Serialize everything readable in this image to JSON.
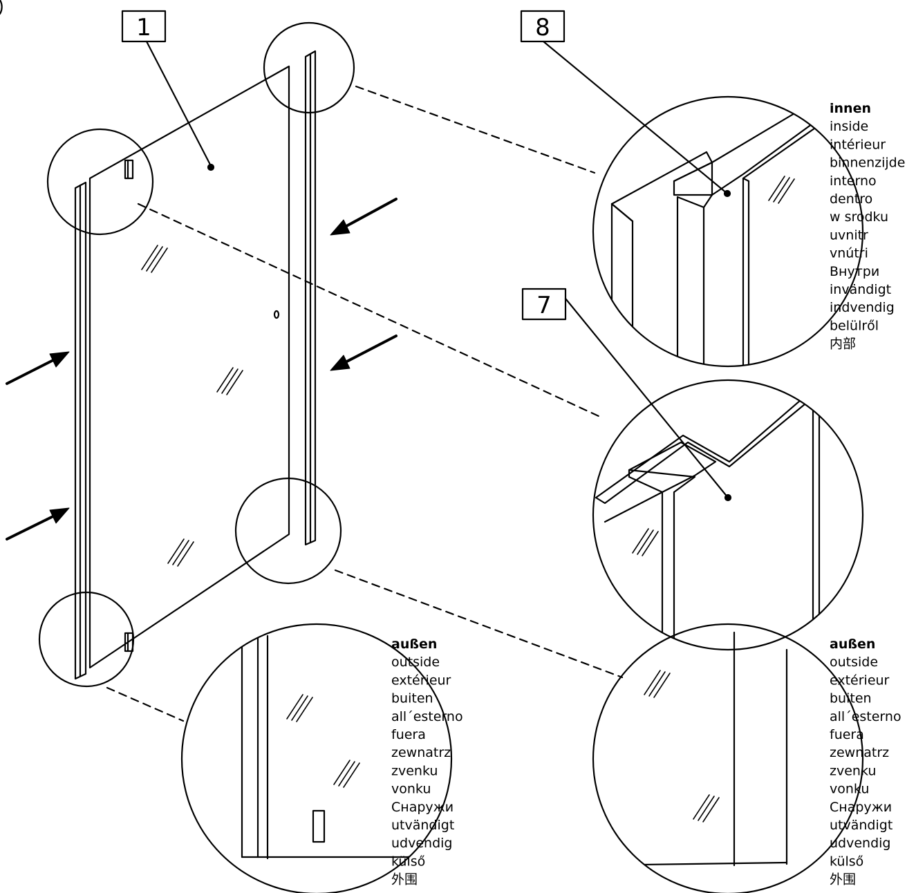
{
  "callouts": [
    {
      "id": "part-1",
      "label": "1"
    },
    {
      "id": "part-8",
      "label": "8"
    },
    {
      "id": "part-7",
      "label": "7"
    }
  ],
  "legend_inside": {
    "title": "innen",
    "words": [
      "inside",
      "intérieur",
      "binnenzijde",
      "interno",
      "dentro",
      "w srodku",
      "uvnitr",
      "vnútri",
      "Внутри",
      "invändigt",
      "indvendig",
      "belülről",
      "内部"
    ]
  },
  "legend_outside_left": {
    "title": "außen",
    "words": [
      "outside",
      "extérieur",
      "buiten",
      "all´esterno",
      "fuera",
      "zewnatrz",
      "zvenku",
      "vonku",
      "Снаружи",
      "utvändigt",
      "udvendig",
      "külső",
      "外围"
    ]
  },
  "legend_outside_right": {
    "title": "außen",
    "words": [
      "outside",
      "extérieur",
      "buiten",
      "all´esterno",
      "fuera",
      "zewnatrz",
      "zvenku",
      "vonku",
      "Снаружи",
      "utvändigt",
      "udvendig",
      "külső",
      "外围"
    ]
  },
  "colors": {
    "line": "#000000",
    "background": "#ffffff"
  }
}
